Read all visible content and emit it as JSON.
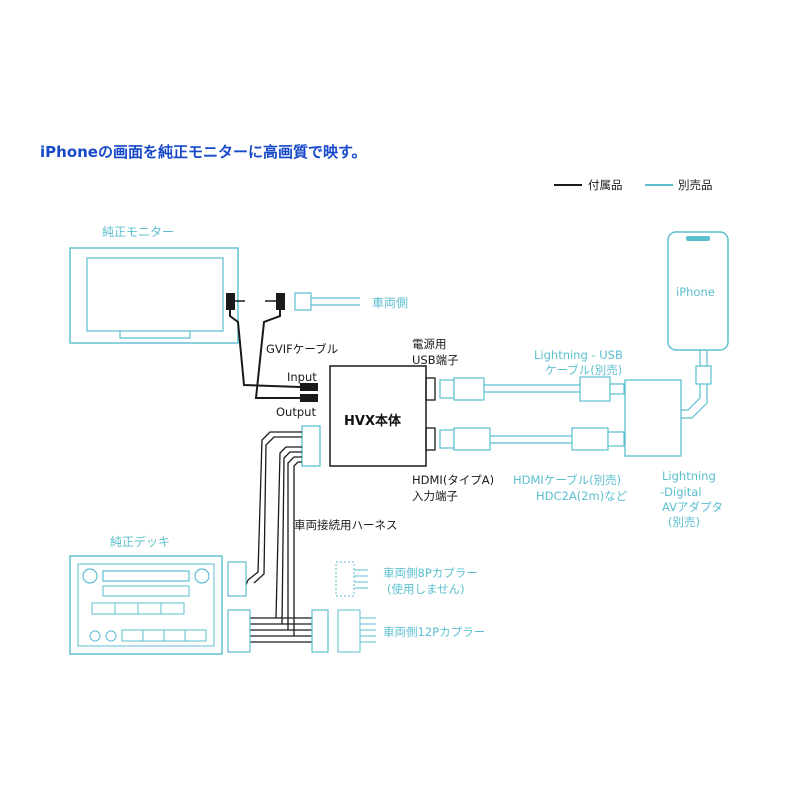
{
  "headline": "iPhoneの画面を純正モニターに高画質で映す。",
  "legend": {
    "included": "付属品",
    "sold_separately": "別売品",
    "colors": {
      "included": "#1a1a1a",
      "sold_separately": "#5bbfcf"
    }
  },
  "components": {
    "monitor": "純正モニター",
    "deck": "純正デッキ",
    "iphone": "iPhone",
    "main_unit": "HVX本体"
  },
  "labels": {
    "vehicle_side": "車両側",
    "gvif_cable": "GVIFケーブル",
    "input": "Input",
    "output": "Output",
    "usb_port_1": "電源用",
    "usb_port_2": "USB端子",
    "hdmi_port_1": "HDMI(タイプA)",
    "hdmi_port_2": "入力端子",
    "lightning_usb_1": "Lightning - USB",
    "lightning_usb_2": "ケーブル(別売)",
    "hdmi_cable_1": "HDMIケーブル(別売)",
    "hdmi_cable_2": "HDC2A(2m)など",
    "av_adapter_1": "Lightning",
    "av_adapter_2": "-Digital",
    "av_adapter_3": "AVアダプタ",
    "av_adapter_4": "(別売)",
    "harness": "車両接続用ハーネス",
    "coupler_8p_1": "車両側8Pカプラー",
    "coupler_8p_2": "(使用しません)",
    "coupler_12p": "車両側12Pカプラー"
  }
}
